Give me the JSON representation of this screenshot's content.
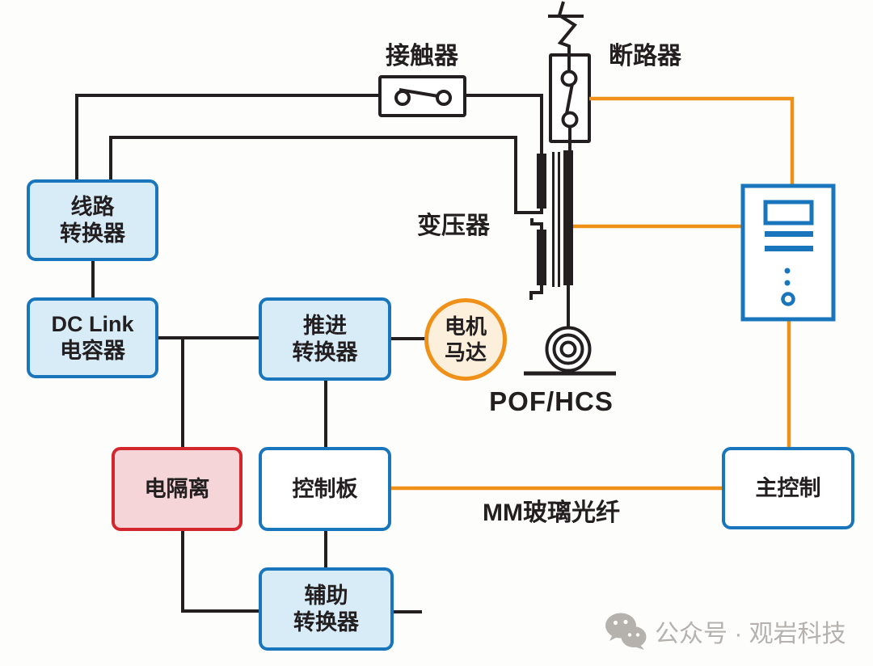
{
  "diagram": {
    "labels": {
      "contactor": "接触器",
      "breaker": "断路器",
      "transformer": "变压器",
      "pof_hcs": "POF/HCS",
      "mm_fiber": "MM玻璃光纤"
    },
    "nodes": {
      "line_converter": {
        "line1": "线路",
        "line2": "转换器"
      },
      "dc_link": {
        "line1": "DC Link",
        "line2": "电容器"
      },
      "propulsion_converter": {
        "line1": "推进",
        "line2": "转换器"
      },
      "motor": {
        "line1": "电机",
        "line2": "马达"
      },
      "isolation": {
        "label": "电隔离"
      },
      "control_board": {
        "label": "控制板"
      },
      "aux_converter": {
        "line1": "辅助",
        "line2": "转换器"
      },
      "main_control": {
        "label": "主控制"
      }
    },
    "watermark": {
      "text": "公众号 · 观岩科技"
    },
    "colors": {
      "ink": "#231f20",
      "blue": "#1976bc",
      "lightblue": "#d8ecf8",
      "red": "#d4262d",
      "pink": "#f6d5d8",
      "orange": "#ef9119",
      "cream": "#fcf0dc",
      "gray": "#b5b2ae"
    }
  }
}
